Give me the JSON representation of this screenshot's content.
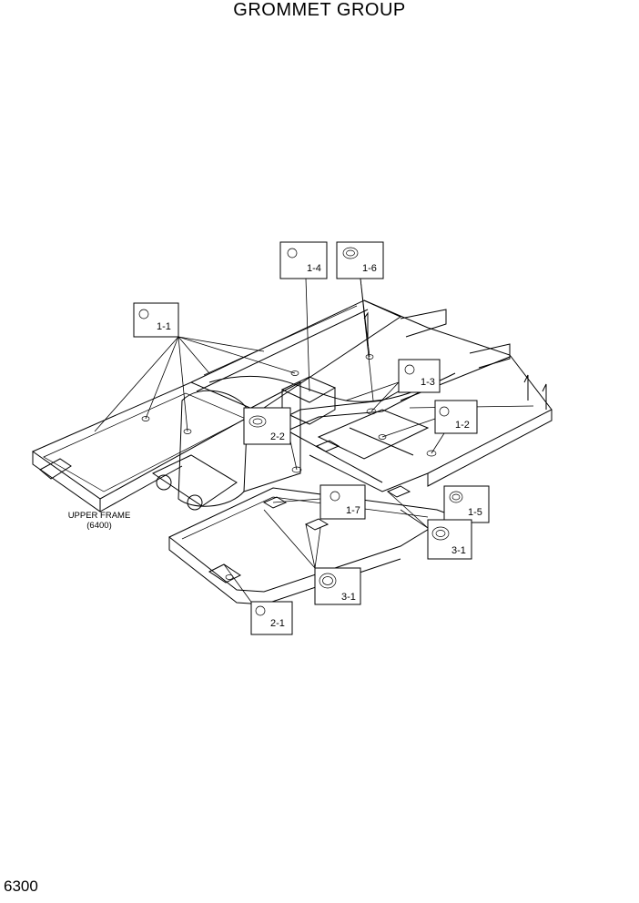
{
  "title": "GROMMET GROUP",
  "page_number": "6300",
  "frame_label": {
    "line1": "UPPER FRAME",
    "line2": "(6400)"
  },
  "callouts": [
    {
      "id": "c11",
      "label": "1-1",
      "part": "grommet"
    },
    {
      "id": "c14",
      "label": "1-4",
      "part": "grommet"
    },
    {
      "id": "c16",
      "label": "1-6",
      "part": "grommet-ring"
    },
    {
      "id": "c13",
      "label": "1-3",
      "part": "grommet"
    },
    {
      "id": "c12",
      "label": "1-2",
      "part": "grommet"
    },
    {
      "id": "c22",
      "label": "2-2",
      "part": "grommet-oval"
    },
    {
      "id": "c17",
      "label": "1-7",
      "part": "grommet"
    },
    {
      "id": "c15",
      "label": "1-5",
      "part": "grommet-ring"
    },
    {
      "id": "c31a",
      "label": "3-1",
      "part": "grommet-oval"
    },
    {
      "id": "c31b",
      "label": "3-1",
      "part": "grommet-ring"
    },
    {
      "id": "c21",
      "label": "2-1",
      "part": "grommet"
    }
  ]
}
